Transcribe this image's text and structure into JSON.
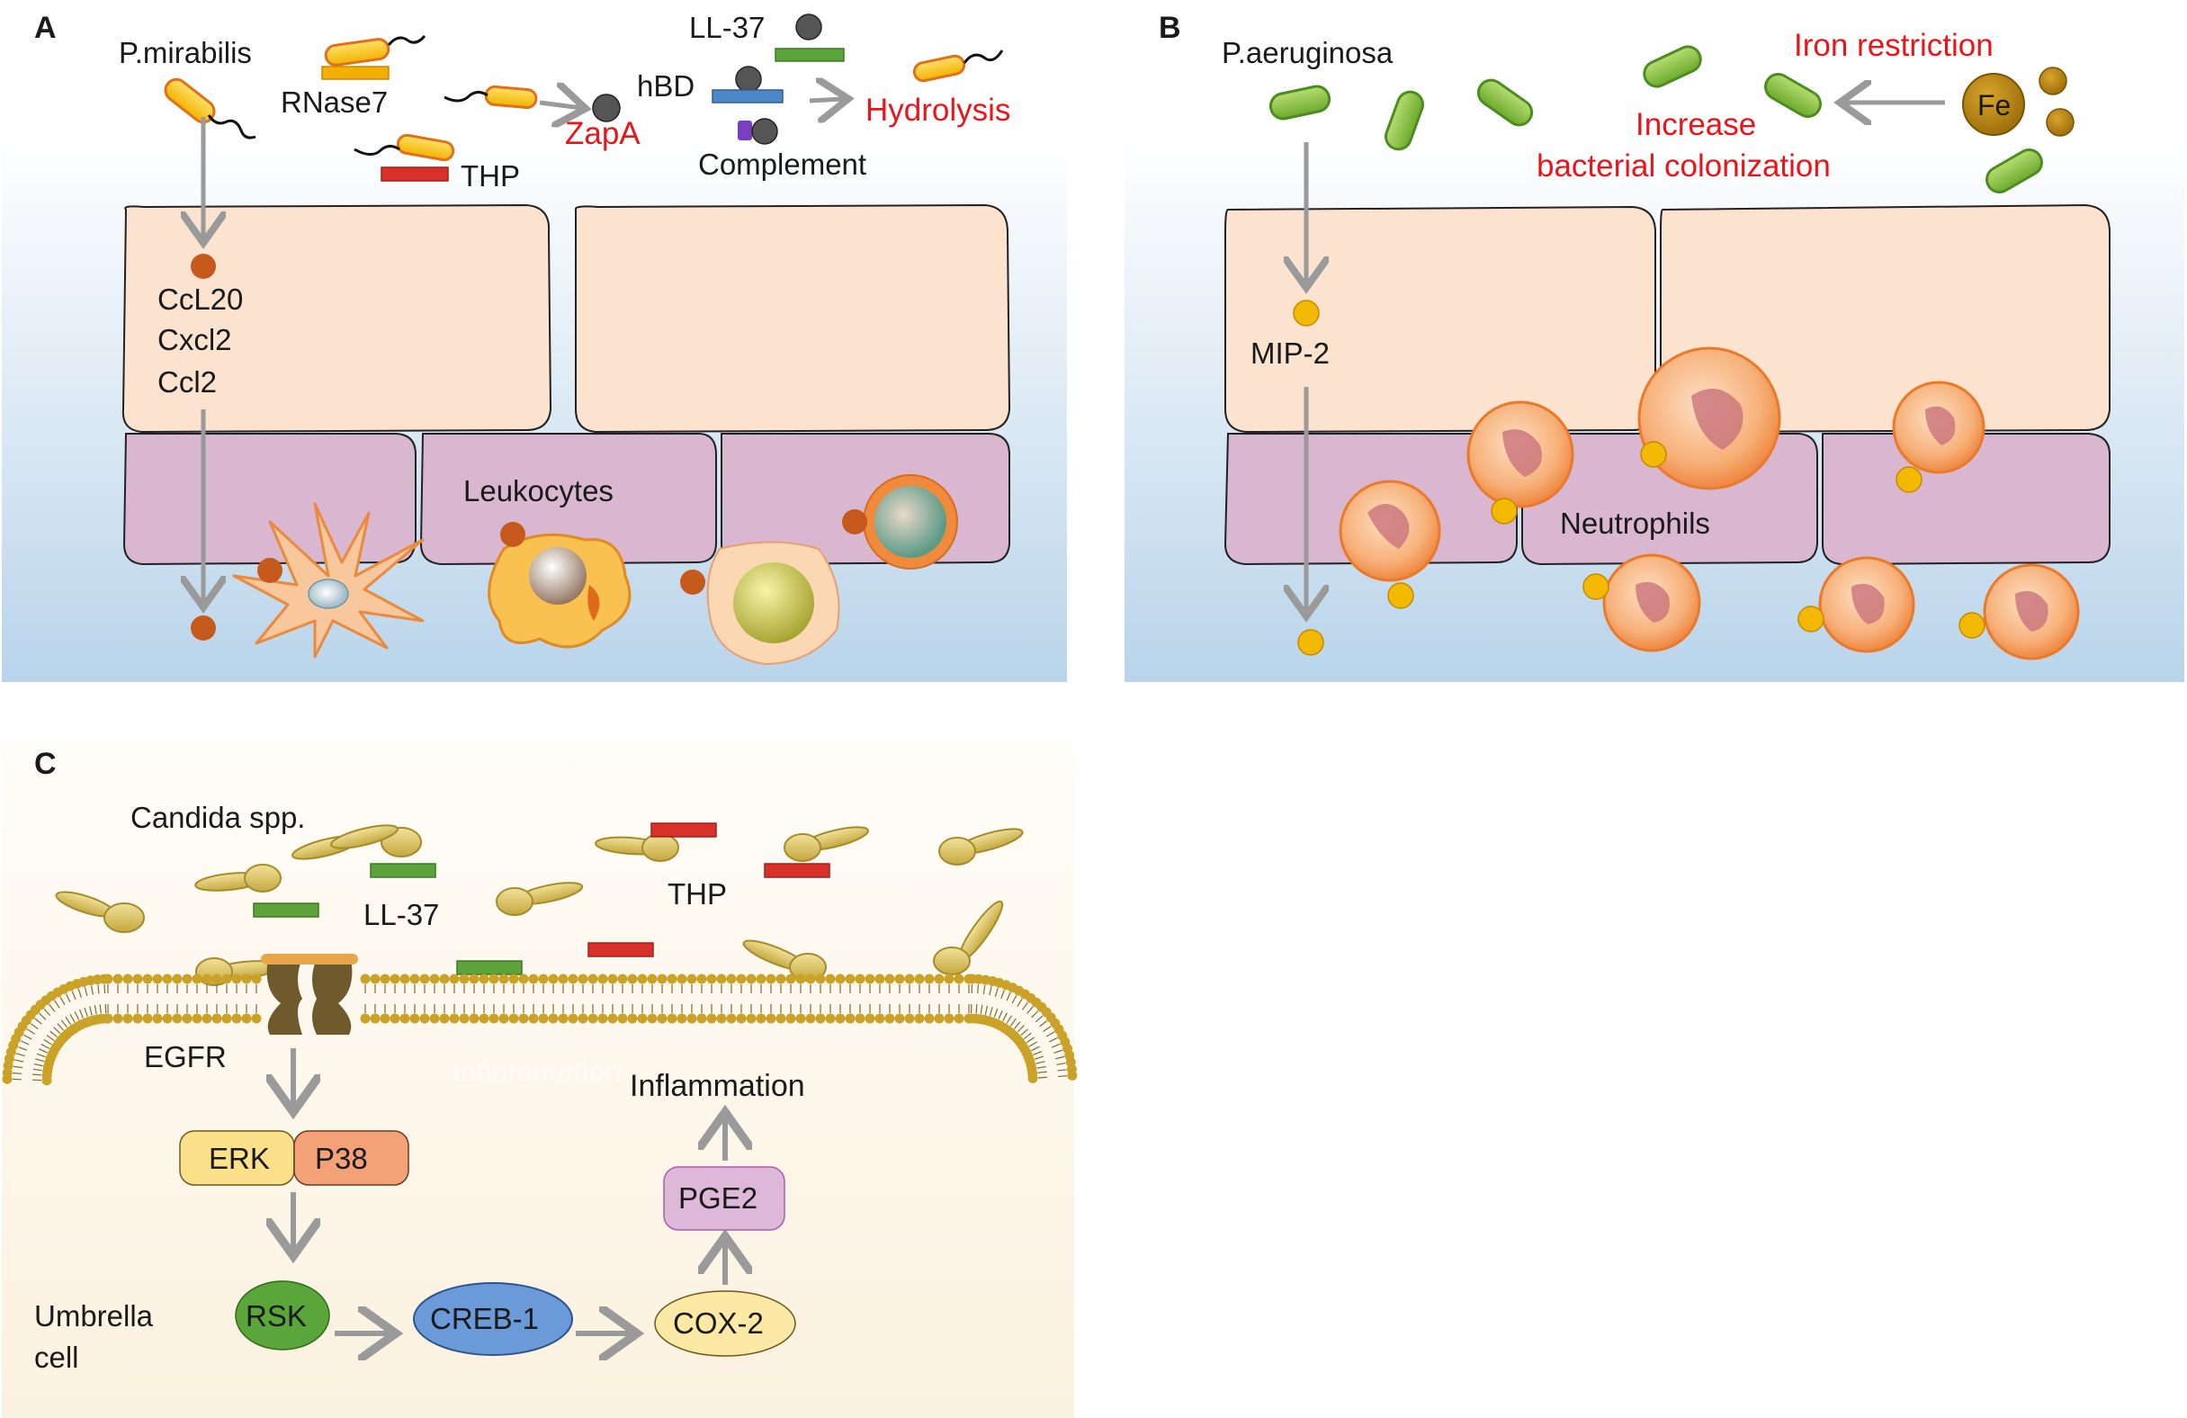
{
  "panel_a": {
    "letter": "A",
    "organism": "P.mirabilis",
    "rnase": "RNase7",
    "thp": "THP",
    "zapa": "ZapA",
    "ll37": "LL-37",
    "hbd": "hBD",
    "complement": "Complement",
    "hydrolysis": "Hydrolysis",
    "chemokines": [
      "CcL20",
      "Cxcl2",
      "Ccl2"
    ],
    "leukocytes": "Leukocytes"
  },
  "panel_b": {
    "letter": "B",
    "organism": "P.aeruginosa",
    "iron_restriction": "Iron restriction",
    "fe": "Fe",
    "increase_line1": "Increase",
    "increase_line2": "bacterial colonization",
    "mip2": "MIP-2",
    "neutrophils": "Neutrophils"
  },
  "panel_c": {
    "letter": "C",
    "organism": "Candida spp.",
    "ll37": "LL-37",
    "thp": "THP",
    "egfr": "EGFR",
    "faint_inflammation": "Inflammation",
    "inflammation": "Inflammation",
    "erk": "ERK",
    "p38": "P38",
    "pge2": "PGE2",
    "rsk": "RSK",
    "creb1": "CREB-1",
    "cox2": "COX-2",
    "umbrella_line1": "Umbrella",
    "umbrella_line2": "cell"
  },
  "colors": {
    "background_top": "#ffffff",
    "background_bottom": "#b9d4ea",
    "epithelial_cell": "#fbe3cf",
    "basal_cell": "#d9b7d1",
    "chemokine": "#c65a1c",
    "mip2": "#f3b900",
    "pseudomonas": "#8cc63f",
    "red_text": "#e8161b",
    "thp_bar": "#d7312a",
    "ll37_bar": "#5ea33a",
    "erk": "#fde18a",
    "p38": "#f3a277",
    "pge2": "#ddb8d9",
    "rsk": "#5aa63a",
    "creb1": "#6b9ad8",
    "cox2": "#fde9a6",
    "membrane": "#c9a227"
  }
}
